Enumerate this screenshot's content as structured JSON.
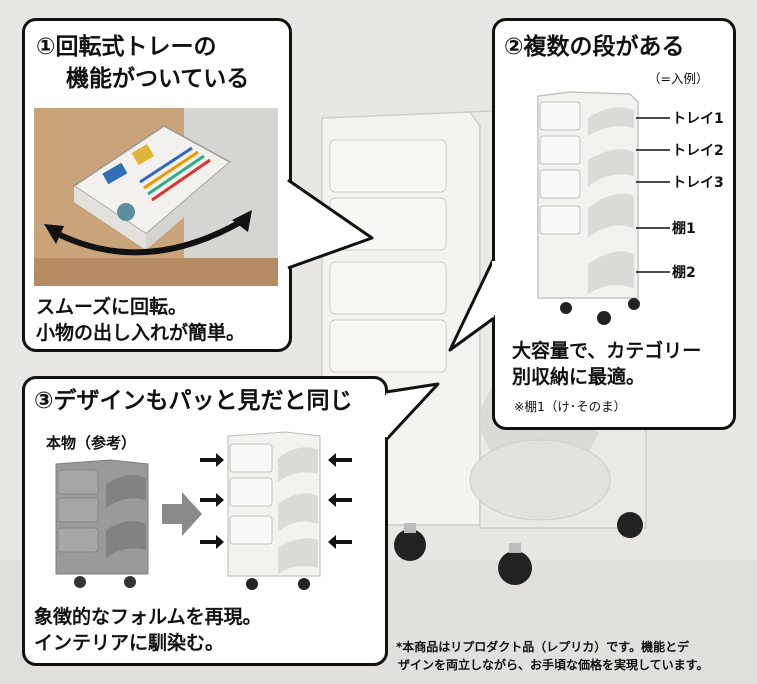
{
  "panel1": {
    "title_line1": "①回転式トレーの",
    "title_line2": "機能がついている",
    "caption_line1": "スムーズに回転。",
    "caption_line2": "小物の出し入れが簡単。"
  },
  "panel2": {
    "title": "②複数の段がある",
    "subnote": "（=入例）",
    "labels": [
      "トレイ1",
      "トレイ2",
      "トレイ3",
      "棚1",
      "棚2"
    ],
    "caption_line1": "大容量で、カテゴリー",
    "caption_line2": "別収納に最適。",
    "note": "※棚1（け･そのま）"
  },
  "panel3": {
    "title": "③デザインもパッと見だと同じ",
    "original_label": "本物（参考）",
    "caption_line1": "象徴的なフォルムを再現。",
    "caption_line2": "インテリアに馴染む。"
  },
  "footnote": {
    "line1": "*本商品はリプロダクト品（レプリカ）です。機能とデ",
    "line2": "ザインを両立しながら、お手頃な価格を実現しています。"
  },
  "colors": {
    "outline": "#111111",
    "panel_bg": "#ffffff",
    "page_bg": "#e9e7e3",
    "product_white": "#f4f3f0",
    "original_gray": "#9a9a9a",
    "arrow_gray": "#8a8a8a"
  }
}
